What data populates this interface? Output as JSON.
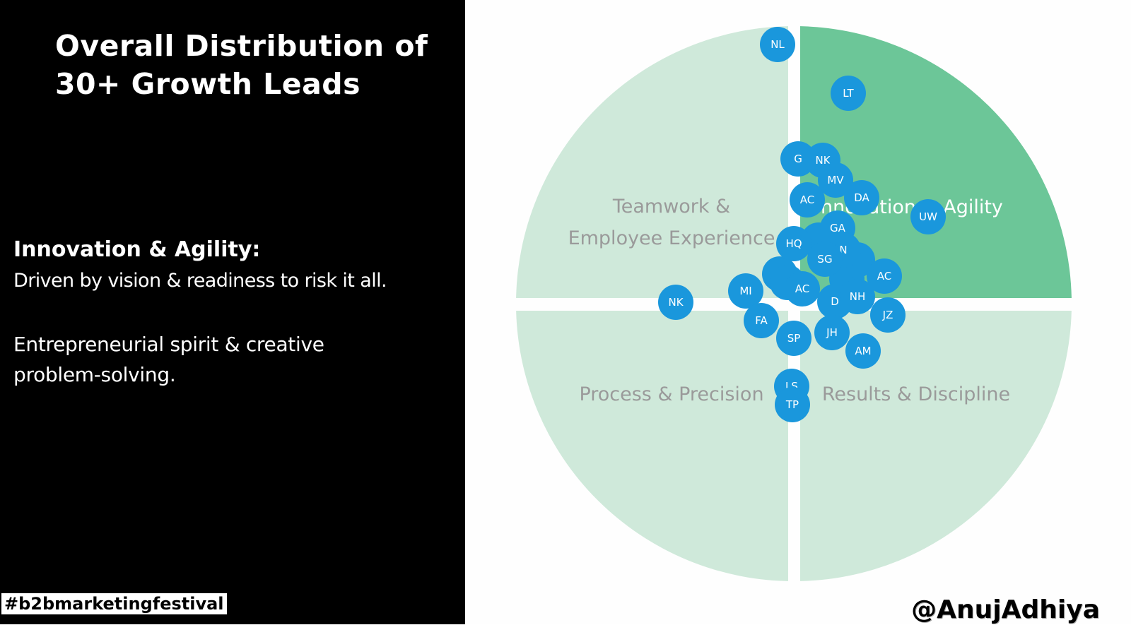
{
  "slide": {
    "title_line1": "Overall Distribution of",
    "title_line2": "30+ Growth Leads",
    "heading": "Innovation & Agility:",
    "line1": "Driven by vision & readiness to risk it all.",
    "line2": "Entrepreneurial spirit & creative problem-solving.",
    "hashtag": "#b2bmarketingfestival",
    "handle": "@AnujAdhiya"
  },
  "quadrants": {
    "top_left_line1": "Teamwork &",
    "top_left_line2": "Employee Experience",
    "top_right": "Innovation & Agility",
    "bottom_left": "Process & Precision",
    "bottom_right": "Results & Discipline"
  },
  "colors": {
    "quadrant_light": "#cfe9da",
    "quadrant_highlight": "#6cc698",
    "bubble": "#1a97dc",
    "panel_bg": "#000000"
  },
  "leads": [
    "NL",
    "LT",
    "G",
    "NK",
    "MV",
    "DA",
    "AC",
    "UW",
    "GA",
    "HQ",
    "N",
    "SG",
    "AC",
    "AC",
    "MI",
    "NK",
    "FA",
    "D",
    "NH",
    "JZ",
    "SP",
    "JH",
    "AM",
    "LS",
    "TP"
  ]
}
